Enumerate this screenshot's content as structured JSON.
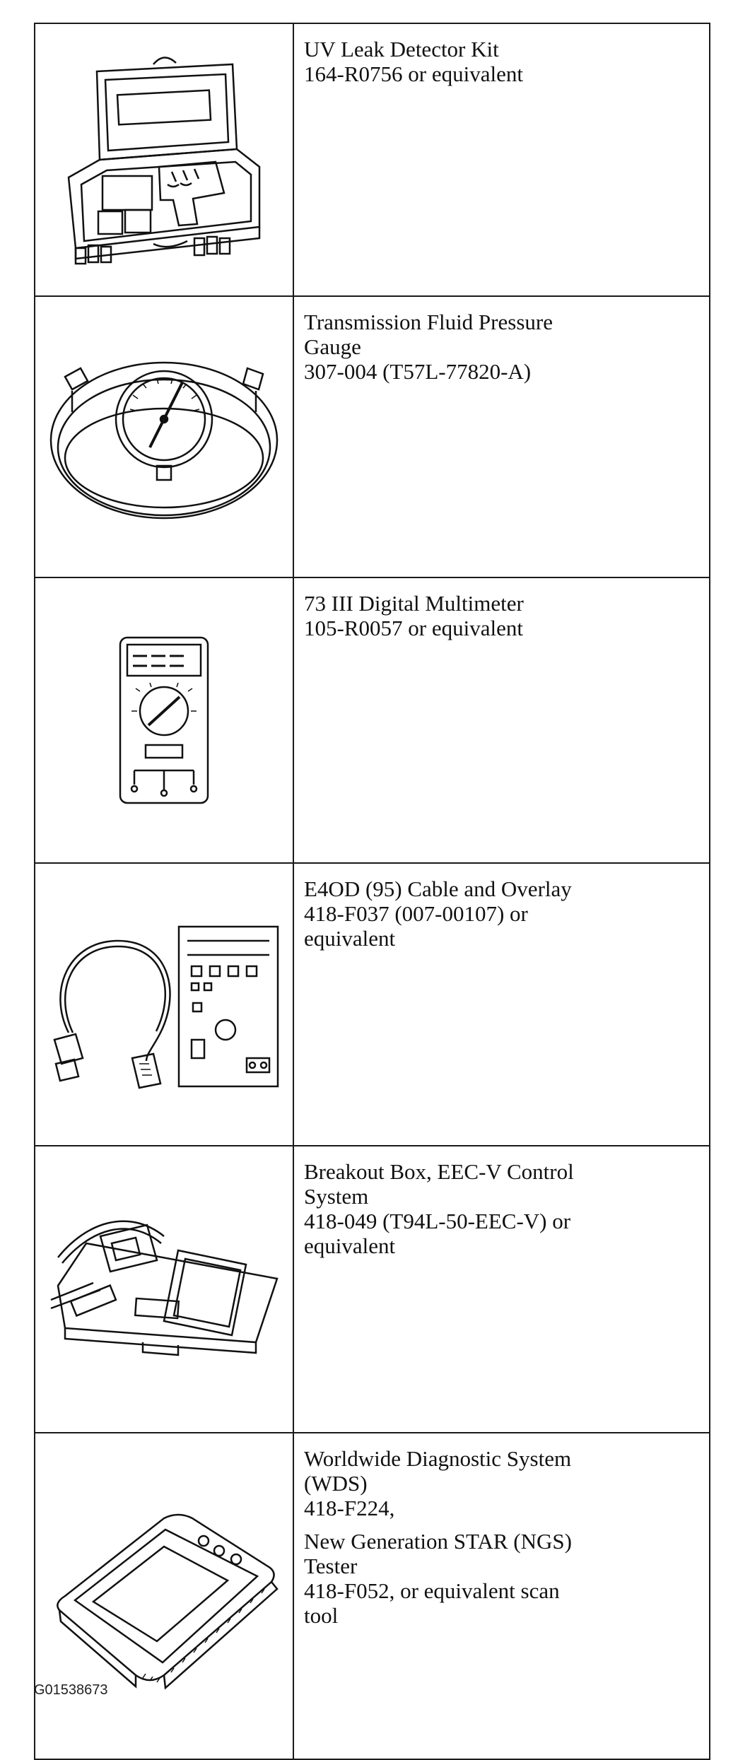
{
  "tools": [
    {
      "icon": "uv-leak-detector-kit-icon",
      "lines": [
        "UV Leak Detector Kit",
        "164-R0756 or equivalent"
      ]
    },
    {
      "icon": "pressure-gauge-icon",
      "lines": [
        "Transmission Fluid Pressure",
        "Gauge",
        "307-004 (T57L-77820-A)"
      ]
    },
    {
      "icon": "digital-multimeter-icon",
      "lines": [
        "73 III Digital Multimeter",
        "105-R0057 or equivalent"
      ]
    },
    {
      "icon": "cable-overlay-icon",
      "lines": [
        "E4OD (95) Cable and Overlay",
        "418-F037 (007-00107) or",
        "equivalent"
      ]
    },
    {
      "icon": "breakout-box-icon",
      "lines": [
        "Breakout Box, EEC-V Control",
        "System",
        "418-049 (T94L-50-EEC-V) or",
        "equivalent"
      ]
    },
    {
      "icon": "diagnostic-scan-tool-icon",
      "lines": [
        "Worldwide Diagnostic System",
        "(WDS)",
        "418-F224,",
        "New Generation STAR (NGS)",
        "Tester",
        "418-F052, or equivalent scan",
        "tool"
      ]
    }
  ],
  "figure_id": "G01538673"
}
